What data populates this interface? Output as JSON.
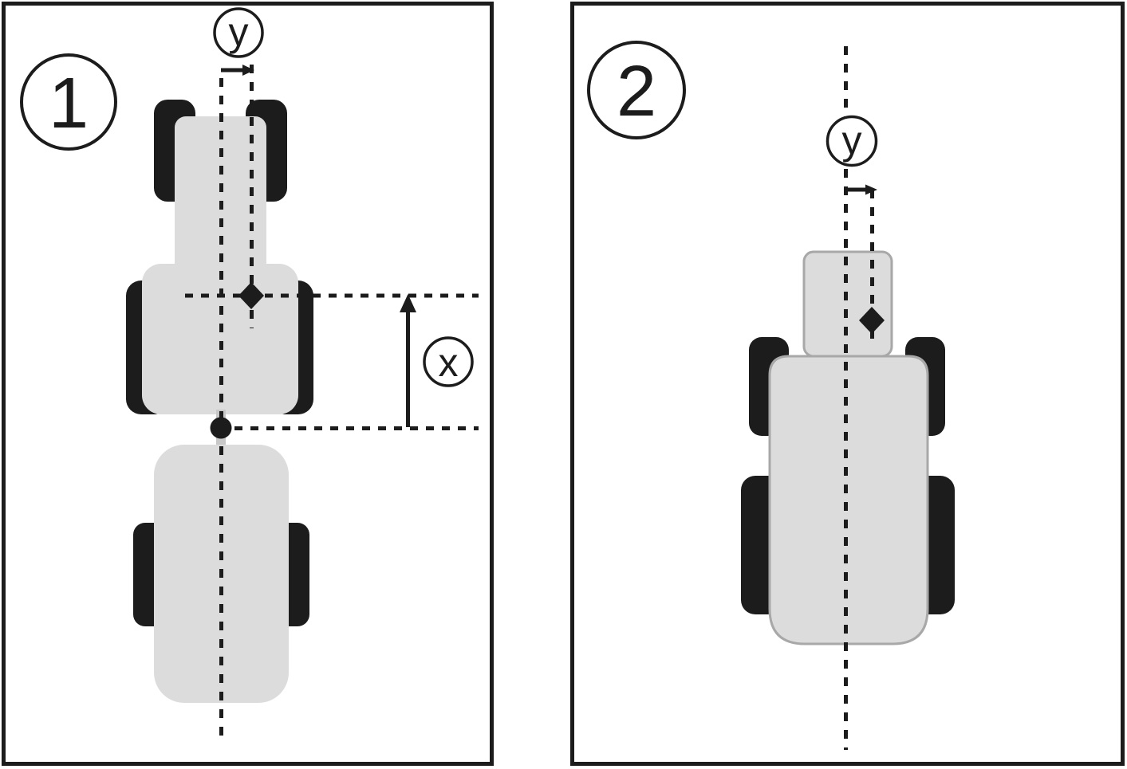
{
  "figure": {
    "type": "technical-diagram",
    "description": "Top view diagrams of two vehicle configurations showing receiver mounting offsets: panel 1 is a tractor with trailed implement showing lateral offset y and longitudinal offset x from the pivot point; panel 2 is a tractor showing lateral offset y from the centerline.",
    "colors": {
      "ink": "#1c1c1c",
      "body_fill": "#dcdcdc",
      "body_stroke": "#a8a8a8",
      "drawbar_fill": "#c8c8c8",
      "background": "#ffffff"
    },
    "panels": [
      {
        "badge": "1",
        "labels": {
          "y": "y",
          "x": "x"
        }
      },
      {
        "badge": "2",
        "labels": {
          "y": "y"
        }
      }
    ]
  }
}
